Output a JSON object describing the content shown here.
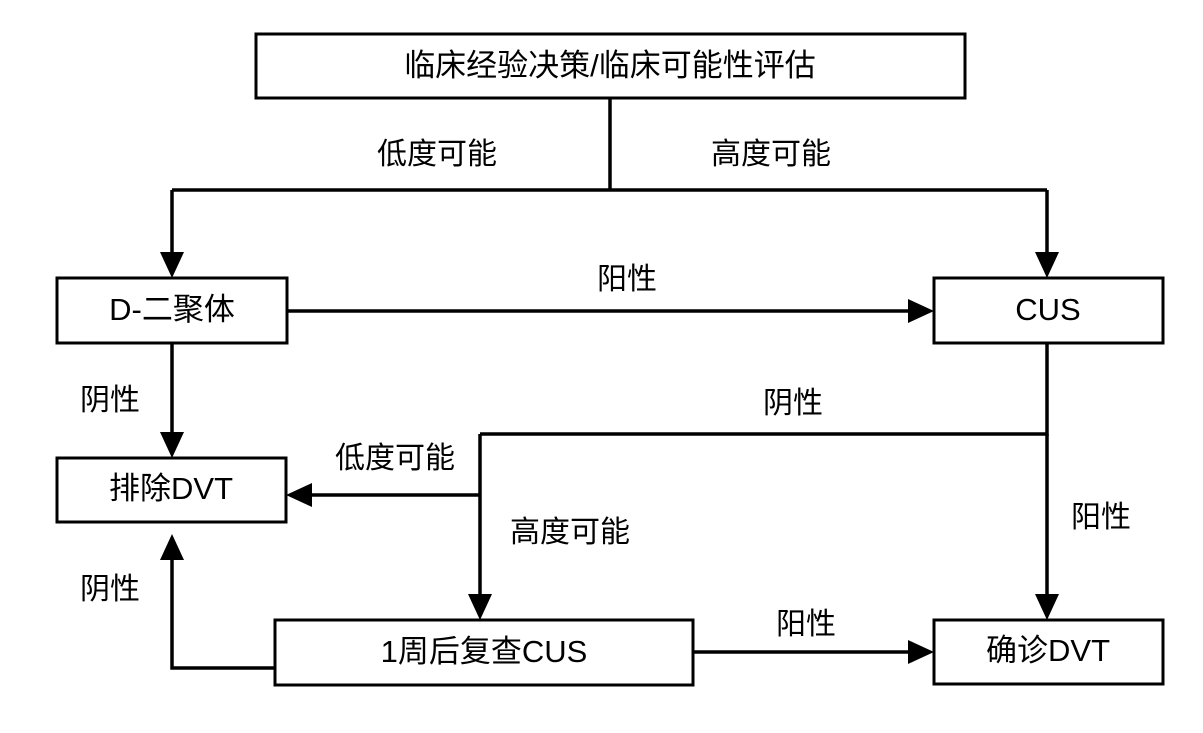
{
  "diagram": {
    "title_text": "临床经验决策/临床可能性评估",
    "nodes": {
      "clinical_assessment": "临床经验决策/临床可能性评估",
      "d_dimer": "D-二聚体",
      "cus": "CUS",
      "exclude_dvt": "排除DVT",
      "repeat_cus": "1周后复查CUS",
      "confirm_dvt": "确诊DVT"
    },
    "edge_labels": {
      "low_probability_top": "低度可能",
      "high_probability_top": "高度可能",
      "d_dimer_positive": "阳性",
      "d_dimer_negative": "阴性",
      "cus_negative": "阴性",
      "cus_positive": "阳性",
      "low_probability_mid": "低度可能",
      "high_probability_mid": "高度可能",
      "repeat_cus_positive": "阳性",
      "repeat_cus_negative": "阴性"
    },
    "colors": {
      "stroke": "#000000",
      "fill": "#ffffff",
      "text": "#000000"
    }
  }
}
